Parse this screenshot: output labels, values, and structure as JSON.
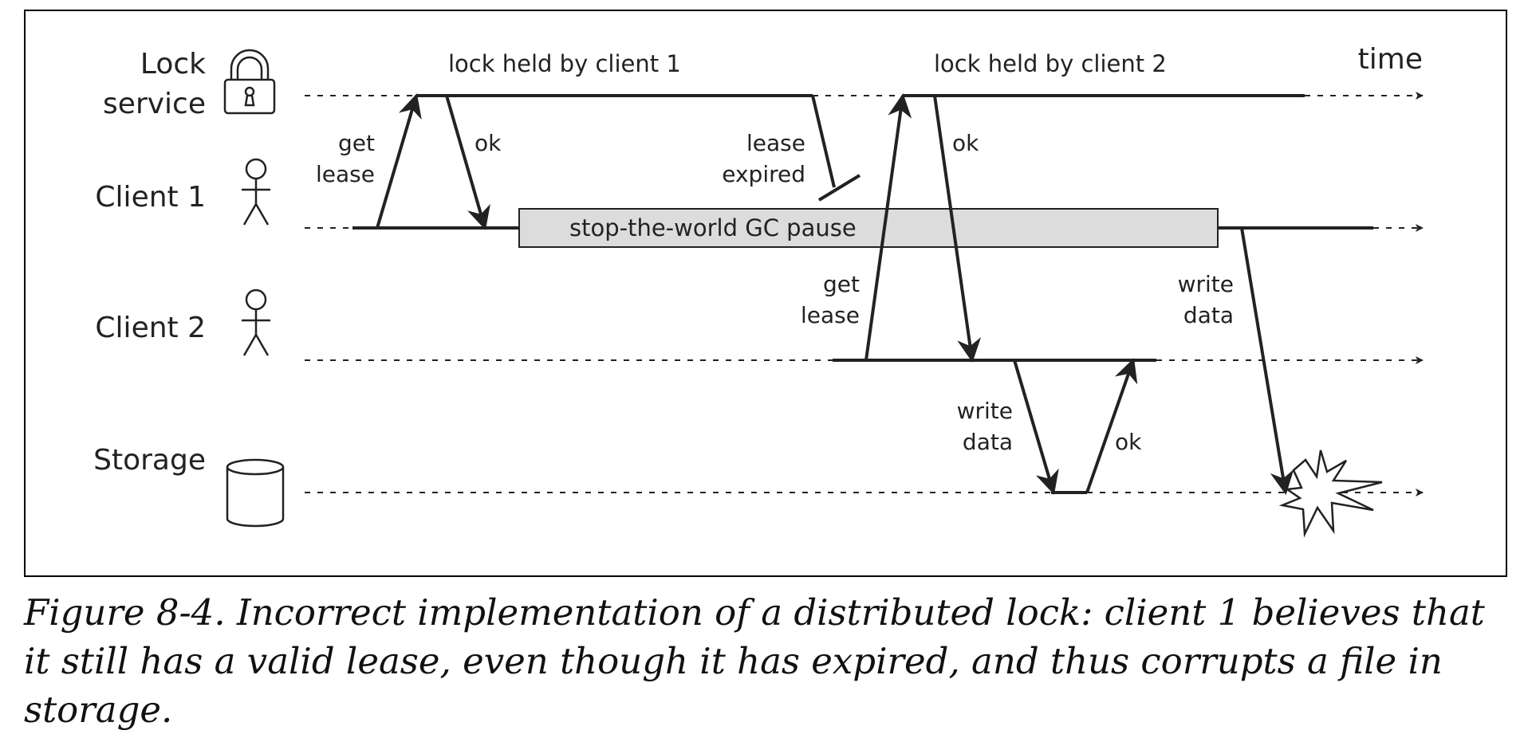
{
  "actors": {
    "lock_service": [
      "Lock",
      "service"
    ],
    "client1": "Client 1",
    "client2": "Client 2",
    "storage": "Storage"
  },
  "timeline": {
    "time_label": "time",
    "lock_held_client1": "lock held by client 1",
    "lock_held_client2": "lock held by client 2"
  },
  "gc_pause": "stop-the-world GC pause",
  "messages": {
    "c1_get_lease": [
      "get",
      "lease"
    ],
    "c1_ok": "ok",
    "lease_expired": [
      "lease",
      "expired"
    ],
    "c2_get_lease": [
      "get",
      "lease"
    ],
    "c2_ok": "ok",
    "c2_write_data": [
      "write",
      "data"
    ],
    "storage_ok": "ok",
    "c1_write_data": [
      "write",
      "data"
    ]
  },
  "caption": "Figure 8-4. Incorrect implementation of a distributed lock: client 1 believes that it still has a valid lease, even though it has expired, and thus corrupts a file in storage.",
  "colors": {
    "line": "#222222",
    "pause_fill": "#dcdcdc",
    "frame": "#000000"
  },
  "icons": [
    "padlock-icon",
    "stick-figure-icon",
    "stick-figure-icon",
    "database-cylinder-icon",
    "explosion-icon"
  ]
}
